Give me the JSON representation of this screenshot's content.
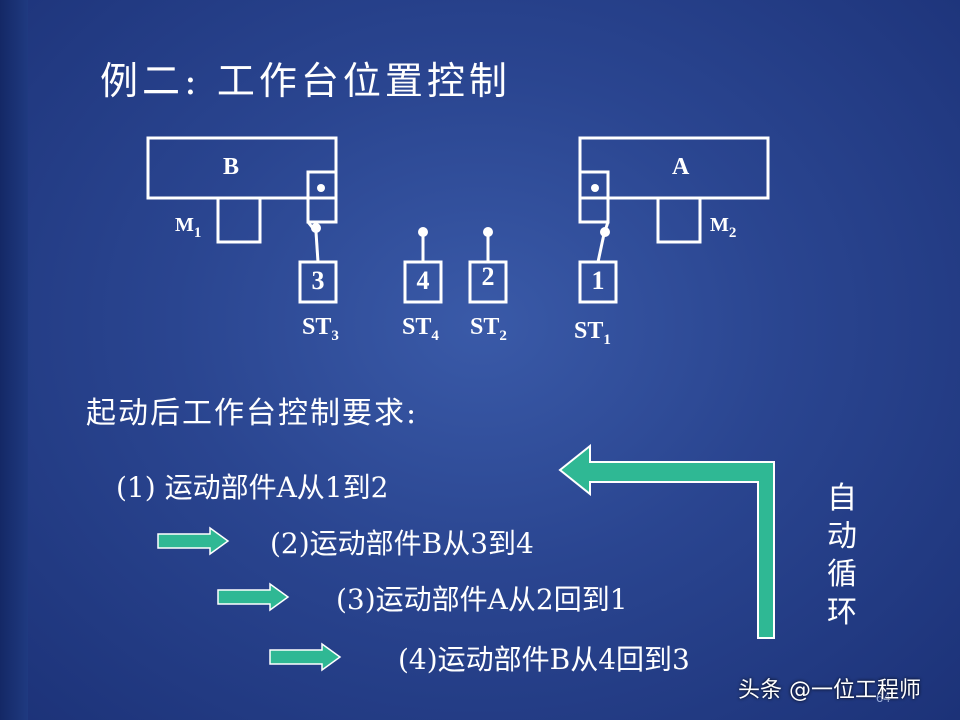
{
  "title": "例二: 工作台位置控制",
  "diagram": {
    "parts": [
      {
        "label": "B"
      },
      {
        "label": "A"
      }
    ],
    "motors": [
      {
        "name": "M",
        "sub": "1"
      },
      {
        "name": "M",
        "sub": "2"
      }
    ],
    "switches": [
      {
        "number": "3",
        "name": "ST",
        "sub": "3"
      },
      {
        "number": "4",
        "name": "ST",
        "sub": "4"
      },
      {
        "number": "2",
        "name": "ST",
        "sub": "2"
      },
      {
        "number": "1",
        "name": "ST",
        "sub": "1"
      }
    ]
  },
  "requirements": {
    "heading": "起动后工作台控制要求:",
    "steps": [
      "(1)  运动部件A从1到2",
      "(2)运动部件B从3到4",
      "(3)运动部件A从2回到1",
      "(4)运动部件B从4回到3"
    ],
    "loop_label": [
      "自",
      "动",
      "循",
      "环"
    ]
  },
  "colors": {
    "arrow_fill": "#2fb894",
    "line": "#ffffff",
    "background": "#2a4590"
  },
  "watermark": "头条 @一位工程师",
  "page_number": "64"
}
